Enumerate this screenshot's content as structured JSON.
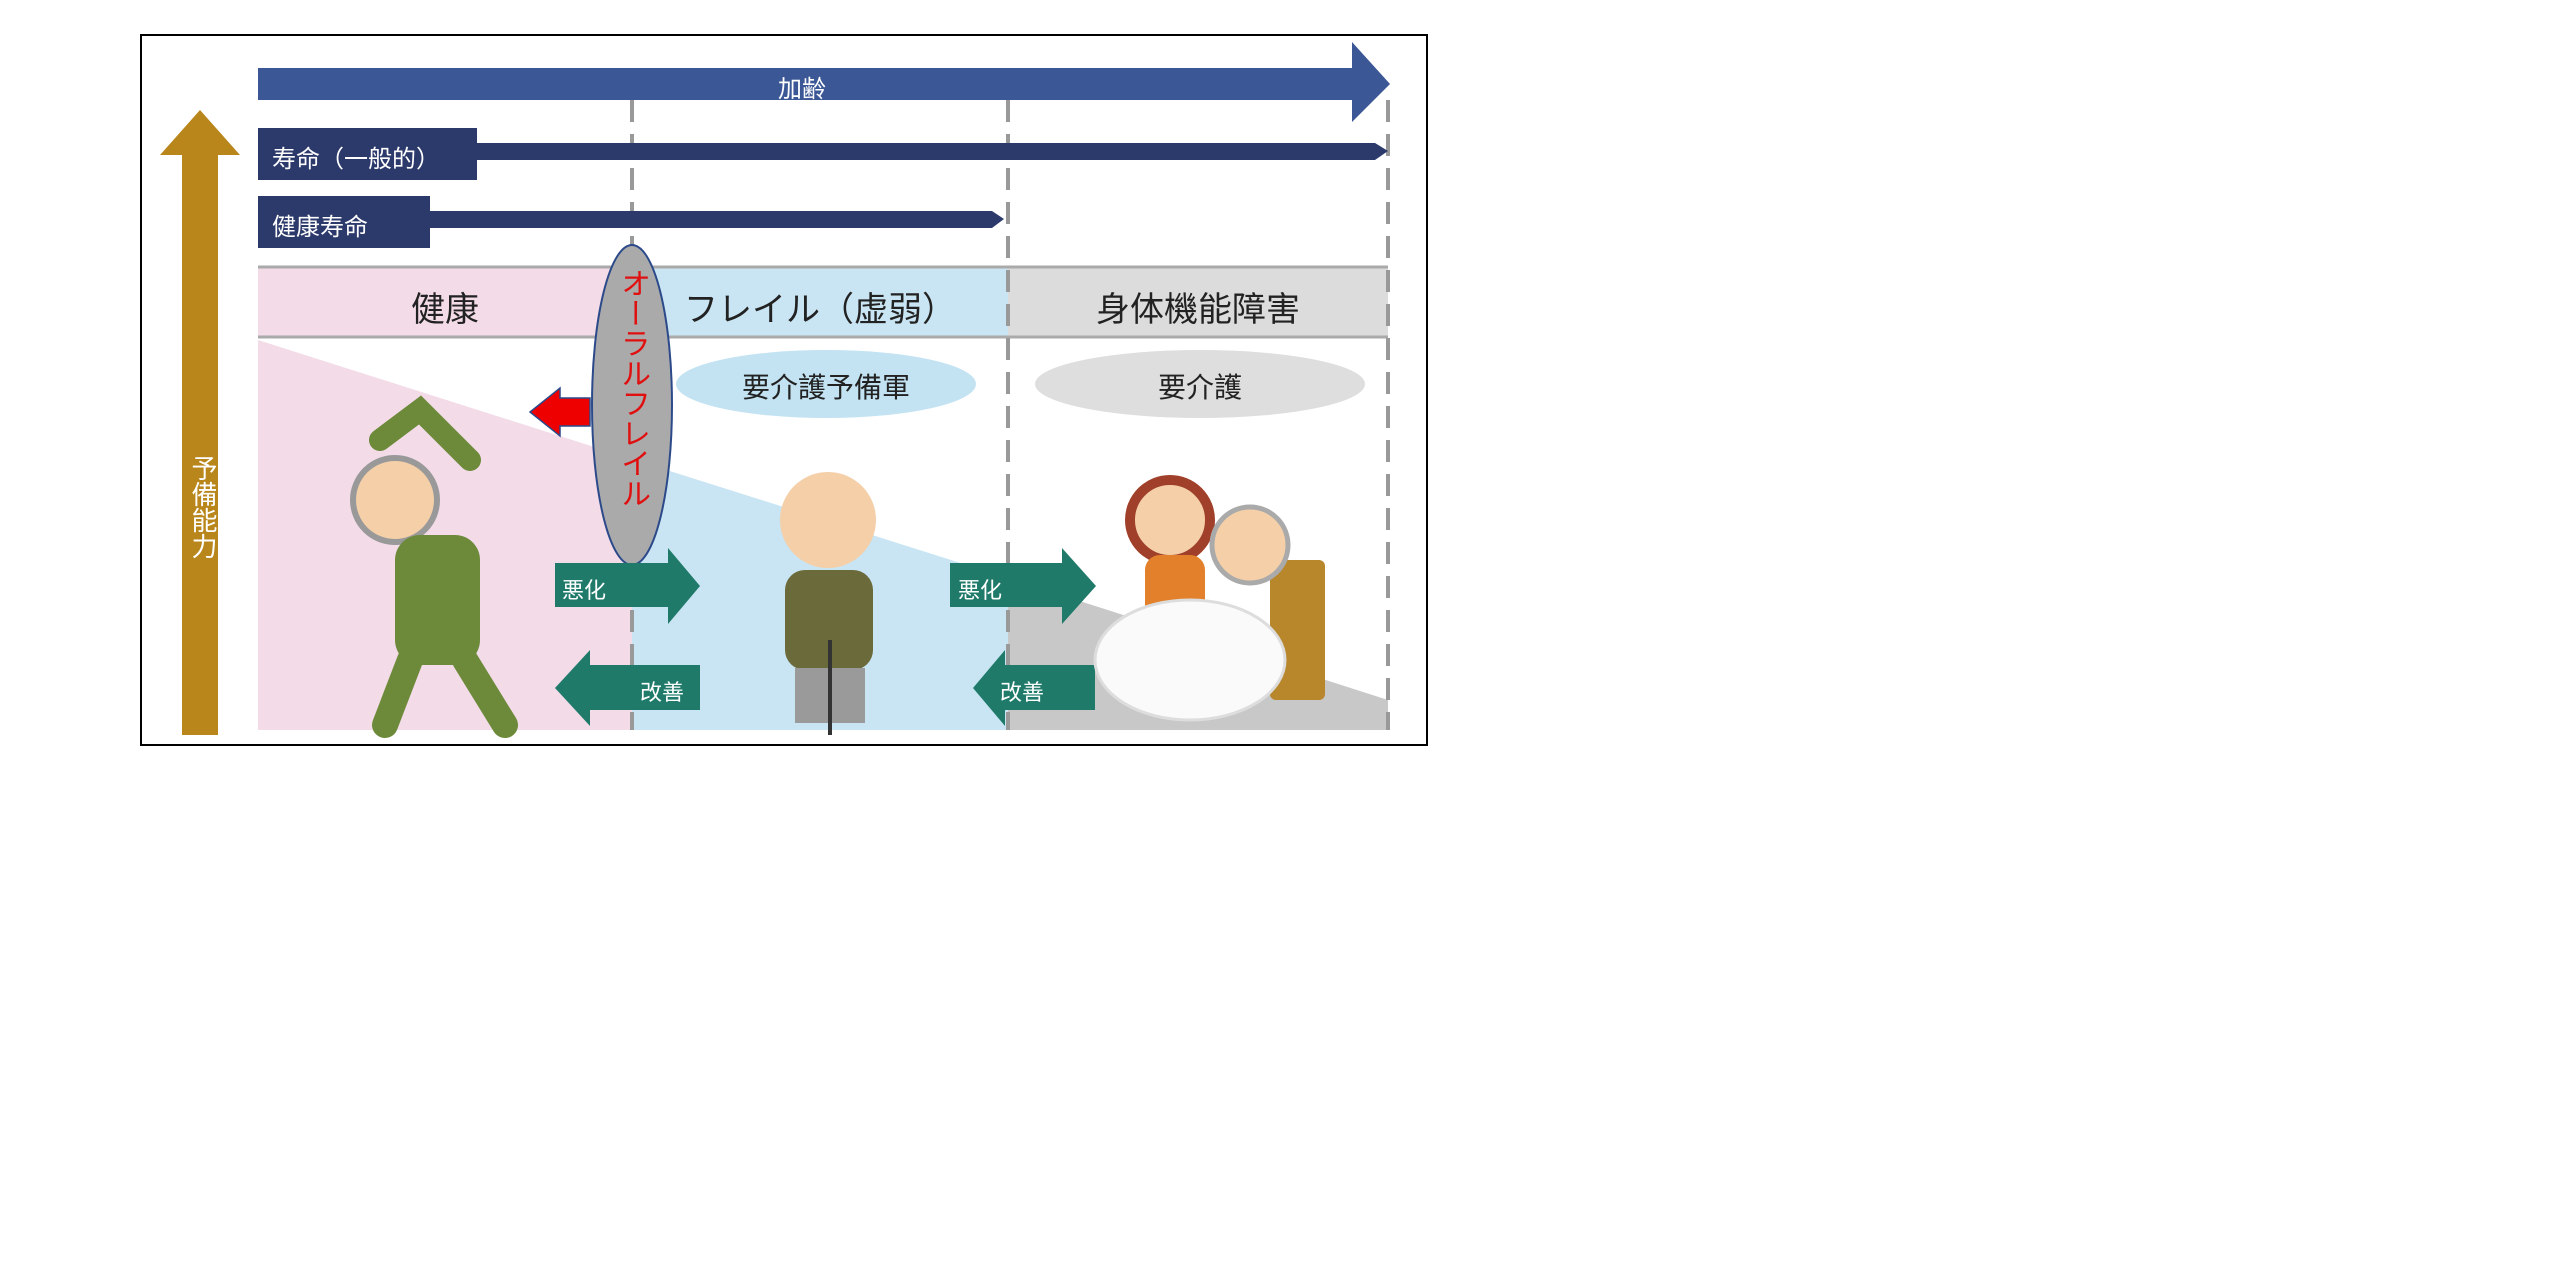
{
  "aging_arrow": {
    "label": "加齢"
  },
  "lifespan_general": {
    "label": "寿命（一般的）"
  },
  "healthy_lifespan": {
    "label": "健康寿命"
  },
  "reserve_capacity": {
    "label": "予備能力"
  },
  "stages": [
    {
      "label": "健康",
      "color": "#f3dbe8"
    },
    {
      "label": "フレイル（虚弱）",
      "color": "#c9e5f3"
    },
    {
      "label": "身体機能障害",
      "color": "#dcdcdc"
    }
  ],
  "oral_frailty": {
    "label": "オーラルフレイル",
    "text_color": "#e01010"
  },
  "ellipses": [
    {
      "label": "要介護予備軍"
    },
    {
      "label": "要介護"
    }
  ],
  "transitions": [
    {
      "worsen": "悪化",
      "improve": "改善"
    },
    {
      "worsen": "悪化",
      "improve": "改善"
    }
  ],
  "colors": {
    "navy": "#2c3a6b",
    "blue": "#3b5796",
    "gold": "#b8861b",
    "teal": "#1f7a6a",
    "red": "#ee0000"
  }
}
